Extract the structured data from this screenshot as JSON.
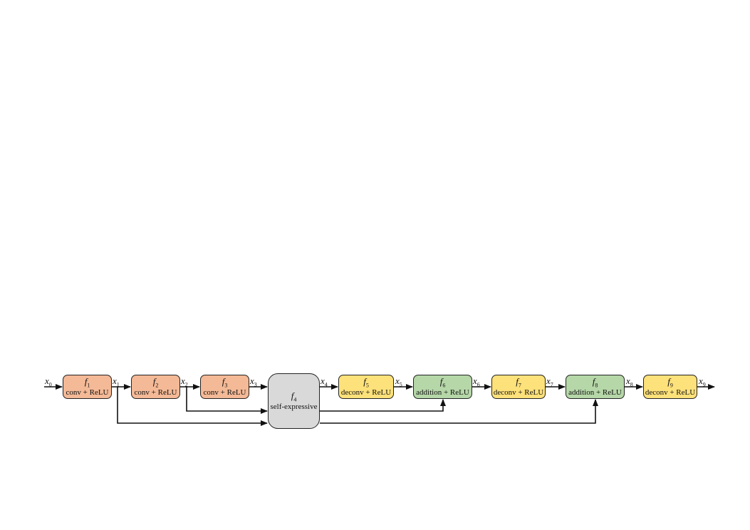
{
  "colors": {
    "conv": "#f4b996",
    "deconv": "#fde17a",
    "addition": "#b6d7a8",
    "self_expressive": "#d9d9d9",
    "line": "#111111"
  },
  "blocks": [
    {
      "id": "f1",
      "func": "f",
      "sub": "1",
      "desc": "conv + ReLU",
      "kind": "conv"
    },
    {
      "id": "f2",
      "func": "f",
      "sub": "2",
      "desc": "conv + ReLU",
      "kind": "conv"
    },
    {
      "id": "f3",
      "func": "f",
      "sub": "3",
      "desc": "conv + ReLU",
      "kind": "conv"
    },
    {
      "id": "f4",
      "func": "f",
      "sub": "4",
      "desc": "self-expressive",
      "kind": "self_expressive"
    },
    {
      "id": "f5",
      "func": "f",
      "sub": "5",
      "desc": "deconv + ReLU",
      "kind": "deconv"
    },
    {
      "id": "f6",
      "func": "f",
      "sub": "6",
      "desc": "addition + ReLU",
      "kind": "addition"
    },
    {
      "id": "f7",
      "func": "f",
      "sub": "7",
      "desc": "deconv + ReLU",
      "kind": "deconv"
    },
    {
      "id": "f8",
      "func": "f",
      "sub": "8",
      "desc": "addition + ReLU",
      "kind": "addition"
    },
    {
      "id": "f9",
      "func": "f",
      "sub": "9",
      "desc": "deconv + ReLU",
      "kind": "deconv"
    }
  ],
  "signals": [
    {
      "var": "x",
      "sub": "0"
    },
    {
      "var": "x",
      "sub": "1"
    },
    {
      "var": "x",
      "sub": "2"
    },
    {
      "var": "x",
      "sub": "3"
    },
    {
      "var": "x",
      "sub": "4"
    },
    {
      "var": "x",
      "sub": "5"
    },
    {
      "var": "x",
      "sub": "6"
    },
    {
      "var": "x",
      "sub": "7"
    },
    {
      "var": "x",
      "sub": "8"
    },
    {
      "var": "x",
      "sub": "9"
    }
  ]
}
